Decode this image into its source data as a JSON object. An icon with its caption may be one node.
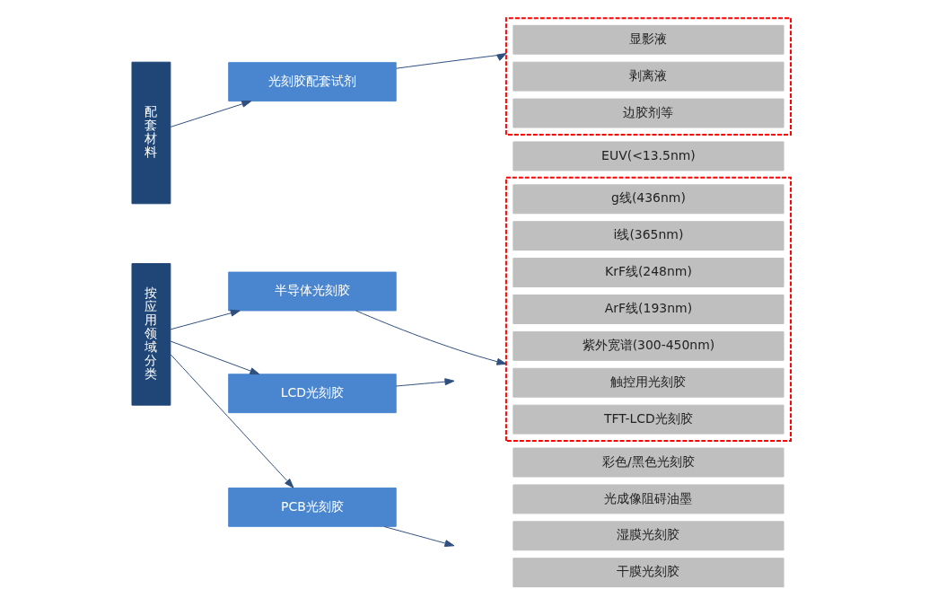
{
  "diagram": {
    "nodes": [
      {
        "text": [
          "按应用领域分类"
        ]
      },
      {
        "text": [
          "PCB光刻胶"
        ]
      },
      {
        "text": [
          "干膜光刻胶"
        ]
      },
      {
        "text": [
          "湿膜光刻胶"
        ]
      },
      {
        "text": [
          "光成像阻碍油墨"
        ]
      },
      {
        "text": [
          "LCD光刻胶"
        ]
      },
      {
        "text": [
          "彩色/黑色光刻胶"
        ]
      },
      {
        "text": [],
        "shape": "box"
      },
      {
        "text": [
          "触控用光刻胶"
        ],
        "in": 7
      },
      {
        "text": [
          "TFT-LCD光刻胶"
        ],
        "in": 7
      },
      {
        "text": [
          "半导体光刻胶"
        ]
      },
      {
        "text": [
          "紫外宽谱(300-450nm)"
        ],
        "in": 7
      },
      {
        "text": [
          "g线(436nm)"
        ],
        "in": 7
      },
      {
        "text": [
          "i线(365nm)"
        ],
        "in": 7
      },
      {
        "text": [
          "KrF线(248nm)"
        ],
        "in": 7
      },
      {
        "text": [
          "ArF线(193nm)"
        ],
        "in": 7
      },
      {
        "text": [
          "EUV(<13.5nm)"
        ]
      },
      {
        "text": [
          "配套材料"
        ]
      },
      {
        "text": [
          "光刻胶配套试剂"
        ]
      },
      {
        "text": [],
        "shape": "box"
      },
      {
        "text": [
          "显影液"
        ],
        "in": 19
      },
      {
        "text": [
          "剥离液"
        ],
        "in": 19
      },
      {
        "text": [
          "边胶剂等"
        ],
        "in": 19
      }
    ],
    "edges": [
      {
        "from": 0,
        "to": 1,
        "arrow": "to"
      },
      {
        "from": 0,
        "to": 5,
        "arrow": "to"
      },
      {
        "from": 0,
        "to": 10,
        "arrow": "to"
      },
      {
        "from": 1,
        "to": null,
        "arrow": "to"
      },
      {
        "from": 5,
        "to": null,
        "arrow": "to"
      },
      {
        "from": 10,
        "to": 7,
        "arrow": "to"
      },
      {
        "from": 17,
        "to": 18,
        "arrow": "to"
      },
      {
        "from": 18,
        "to": 19,
        "arrow": "to"
      }
    ]
  }
}
